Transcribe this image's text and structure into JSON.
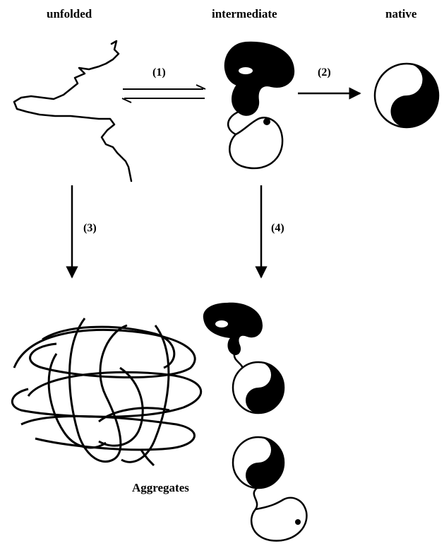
{
  "stages": {
    "unfolded": "unfolded",
    "intermediate": "intermediate",
    "native": "native"
  },
  "steps": {
    "step1": "(1)",
    "step2": "(2)",
    "step3": "(3)",
    "step4": "(4)"
  },
  "aggregates_label": "Aggregates",
  "colors": {
    "ink": "#000000",
    "paper": "#ffffff"
  }
}
